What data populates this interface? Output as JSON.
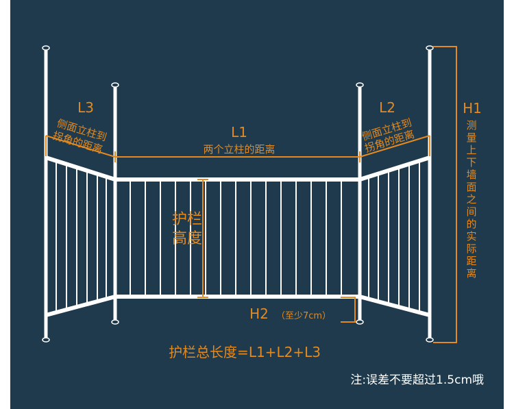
{
  "labels": {
    "l1": "L1",
    "l1_desc": "两个立柱的距离",
    "l2": "L2",
    "l2_desc_line1": "侧面立柱到",
    "l2_desc_line2": "拐角的距离",
    "l3": "L3",
    "l3_desc_line1": "侧面立柱到",
    "l3_desc_line2": "拐角的距离",
    "h1": "H1",
    "h1_desc": [
      "测",
      "量",
      "上",
      "下",
      "墙",
      "面",
      "之",
      "间",
      "的",
      "实",
      "际",
      "距",
      "离"
    ],
    "height_desc": [
      "护栏",
      "高度"
    ],
    "h2": "H2",
    "h2_desc": "（至少7cm）",
    "total_formula": "护栏总长度=L1+L2+L3",
    "note": "注:误差不要超过1.5cm哦"
  },
  "colors": {
    "background": "#1e3a4c",
    "accent": "#e58a1f",
    "rail": "#ffffff",
    "note_text": "#ffffff"
  }
}
